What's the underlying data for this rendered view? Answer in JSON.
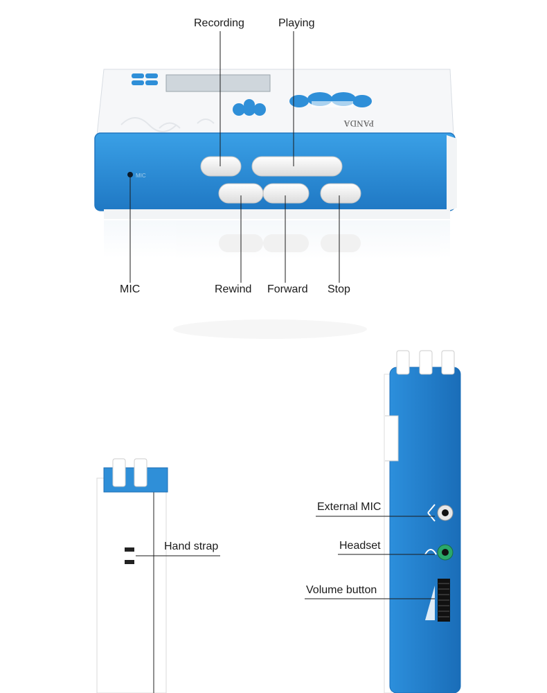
{
  "labels": {
    "recording": "Recording",
    "playing": "Playing",
    "mic": "MIC",
    "rewind": "Rewind",
    "forward": "Forward",
    "stop": "Stop",
    "external_mic": "External MIC",
    "headset": "Headset",
    "hand_strap": "Hand strap",
    "volume_button": "Volume button"
  },
  "device": {
    "brand_text": "PANDA"
  },
  "colors": {
    "blue": "#2f8fd8",
    "blue_dark": "#1f6fb4",
    "white": "#ffffff",
    "leader_line": "#1a1a1a"
  }
}
